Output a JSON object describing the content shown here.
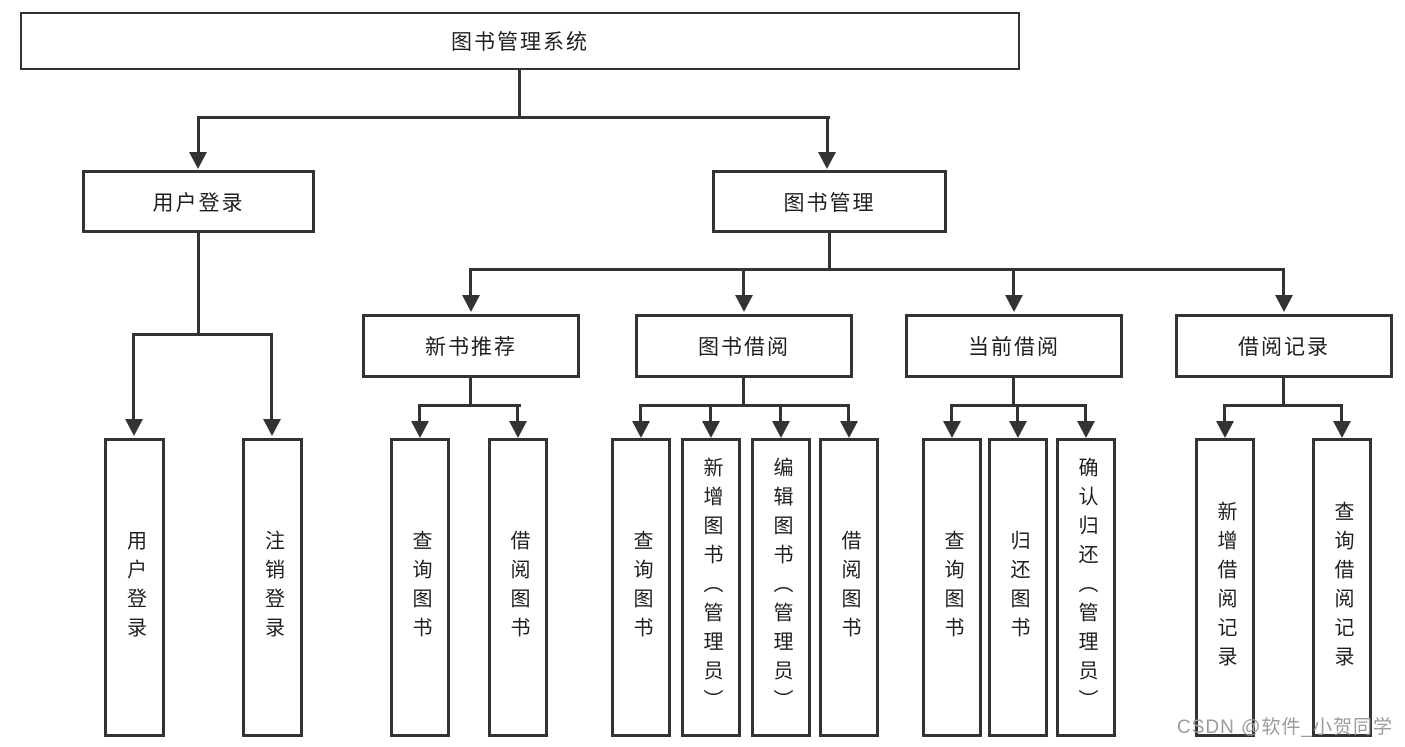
{
  "tree": {
    "root": {
      "label": "图书管理系统"
    },
    "branches": [
      {
        "label": "用户登录",
        "children": [
          {
            "label": "用户登录"
          },
          {
            "label": "注销登录"
          }
        ]
      },
      {
        "label": "图书管理",
        "children": [
          {
            "label": "新书推荐",
            "children": [
              {
                "label": "查询图书"
              },
              {
                "label": "借阅图书"
              }
            ]
          },
          {
            "label": "图书借阅",
            "children": [
              {
                "label": "查询图书"
              },
              {
                "label": "新增图书（管理员）"
              },
              {
                "label": "编辑图书（管理员）"
              },
              {
                "label": "借阅图书"
              }
            ]
          },
          {
            "label": "当前借阅",
            "children": [
              {
                "label": "查询图书"
              },
              {
                "label": "归还图书"
              },
              {
                "label": "确认归还（管理员）"
              }
            ]
          },
          {
            "label": "借阅记录",
            "children": [
              {
                "label": "新增借阅记录"
              },
              {
                "label": "查询借阅记录"
              }
            ]
          }
        ]
      }
    ]
  },
  "watermark": {
    "text": "CSDN @软件_小贺同学",
    "color": "#9c9c9c"
  },
  "colors": {
    "line": "#333333",
    "box_border": "#333333",
    "text": "#1f1f1f",
    "background": "#ffffff"
  }
}
